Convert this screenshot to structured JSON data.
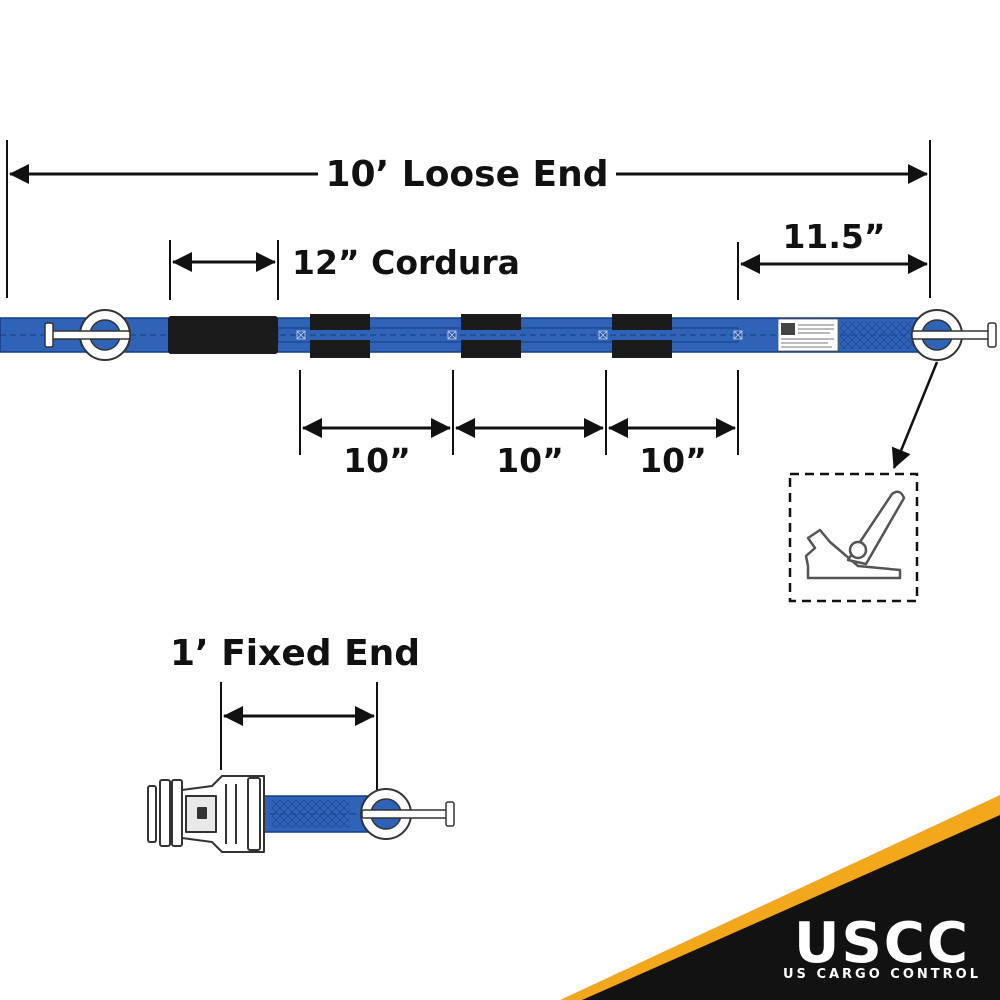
{
  "labels": {
    "loose_end": "10’ Loose End",
    "cordura": "12” Cordura",
    "hook_offset": "11.5”",
    "spacing_1": "10”",
    "spacing_2": "10”",
    "spacing_3": "10”",
    "fixed_end": "1’ Fixed End"
  },
  "logo": {
    "name": "USCC",
    "tagline": "US CARGO CONTROL"
  },
  "colors": {
    "webbing": "#2f63b8",
    "webbing_dark": "#163e82",
    "sleeve": "#1b1b1b",
    "ink": "#111111",
    "corner_black": "#121212",
    "corner_gold": "#f3a81c"
  },
  "icons": {
    "arrow": "double-headed-dimension-arrow",
    "fitting": "e-track-spring-fitting-icon",
    "ratchet": "ratchet-buckle-icon"
  }
}
